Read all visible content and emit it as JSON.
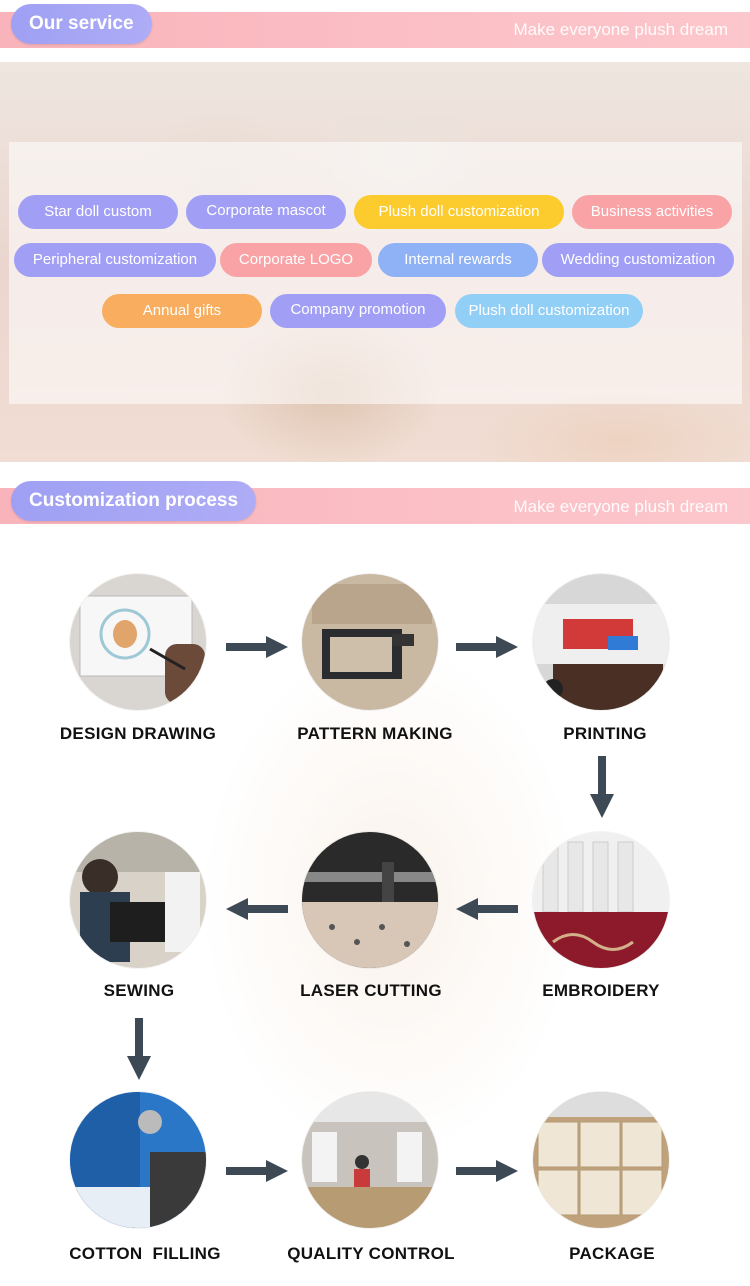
{
  "section_service": {
    "title": "Our service",
    "tagline": "Make everyone plush dream",
    "tags": [
      {
        "label": "Star doll custom",
        "color": "#a19ff5"
      },
      {
        "label": "Corporate mascot",
        "color": "#a19ff5"
      },
      {
        "label": "Plush doll customization",
        "color": "#fccb2e"
      },
      {
        "label": "Business activities",
        "color": "#f9a3a6"
      },
      {
        "label": "Peripheral customization",
        "color": "#a19ff5"
      },
      {
        "label": "Corporate LOGO",
        "color": "#f9a3a6"
      },
      {
        "label": "Internal rewards",
        "color": "#8fb1f5"
      },
      {
        "label": "Wedding customization",
        "color": "#a19ff5"
      },
      {
        "label": "Annual gifts",
        "color": "#f9ad5e"
      },
      {
        "label": "Company promotion",
        "color": "#a19ff5"
      },
      {
        "label": "Plush doll customization",
        "color": "#92cff6"
      }
    ]
  },
  "section_process": {
    "title": "Customization process",
    "tagline": "Make everyone plush dream",
    "steps": [
      {
        "label": "DESIGN DRAWING",
        "icon": "design-drawing-photo"
      },
      {
        "label": "PATTERN MAKING",
        "icon": "pattern-making-photo"
      },
      {
        "label": "PRINTING",
        "icon": "printing-photo"
      },
      {
        "label": "EMBROIDERY",
        "icon": "embroidery-photo"
      },
      {
        "label": "LASER CUTTING",
        "icon": "laser-cutting-photo"
      },
      {
        "label": "SEWING",
        "icon": "sewing-photo"
      },
      {
        "label": "COTTON  FILLING",
        "icon": "cotton-filling-photo"
      },
      {
        "label": "QUALITY CONTROL",
        "icon": "quality-control-photo"
      },
      {
        "label": "PACKAGE",
        "icon": "package-photo"
      }
    ]
  },
  "colors": {
    "header_bar": "#f9b3ba",
    "header_pill": "#a19ff5",
    "arrow": "#3d4a56"
  }
}
